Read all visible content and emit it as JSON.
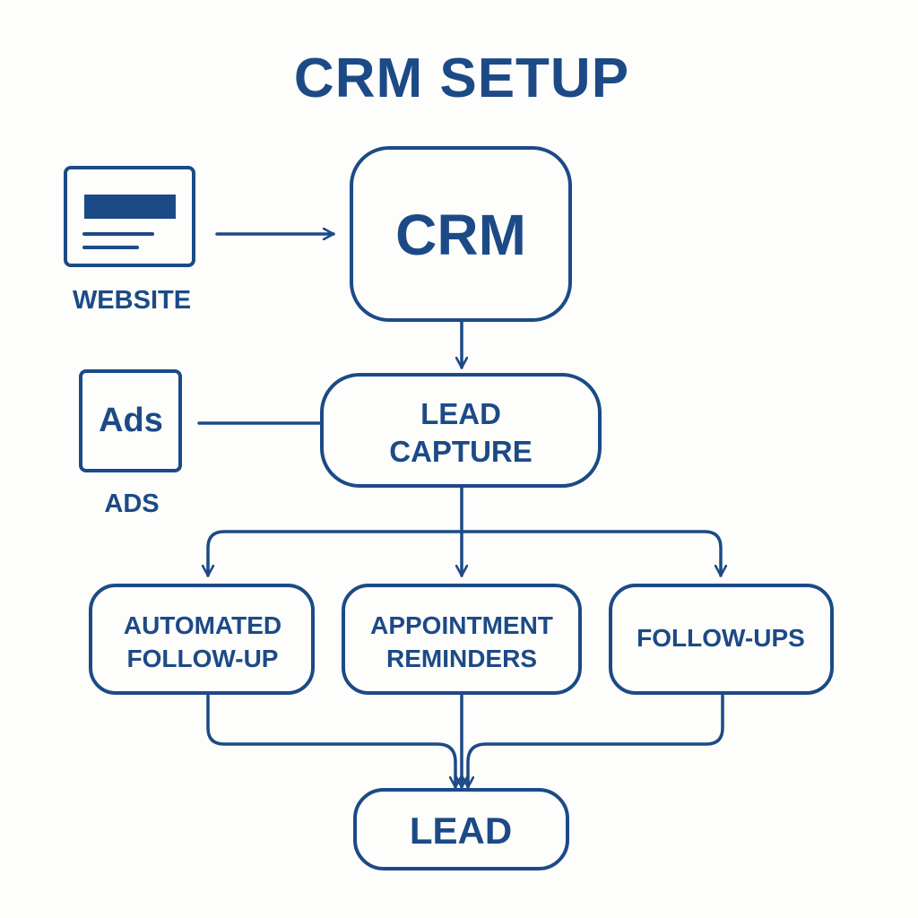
{
  "title": "CRM SETUP",
  "colors": {
    "primary": "#1c4a86",
    "background": "#fdfdfb"
  },
  "sources": {
    "website": {
      "icon": "browser-window-icon",
      "label": "WEBSITE"
    },
    "ads": {
      "icon_text": "Ads",
      "label": "ADS"
    }
  },
  "nodes": {
    "crm": "CRM",
    "lead_capture": [
      "LEAD",
      "CAPTURE"
    ],
    "automated_follow_up": [
      "AUTOMATED",
      "FOLLOW-UP"
    ],
    "appointment_reminders": [
      "APPOINTMENT",
      "REMINDERS"
    ],
    "follow_ups": "FOLLOW-UPS",
    "lead": "LEAD"
  }
}
